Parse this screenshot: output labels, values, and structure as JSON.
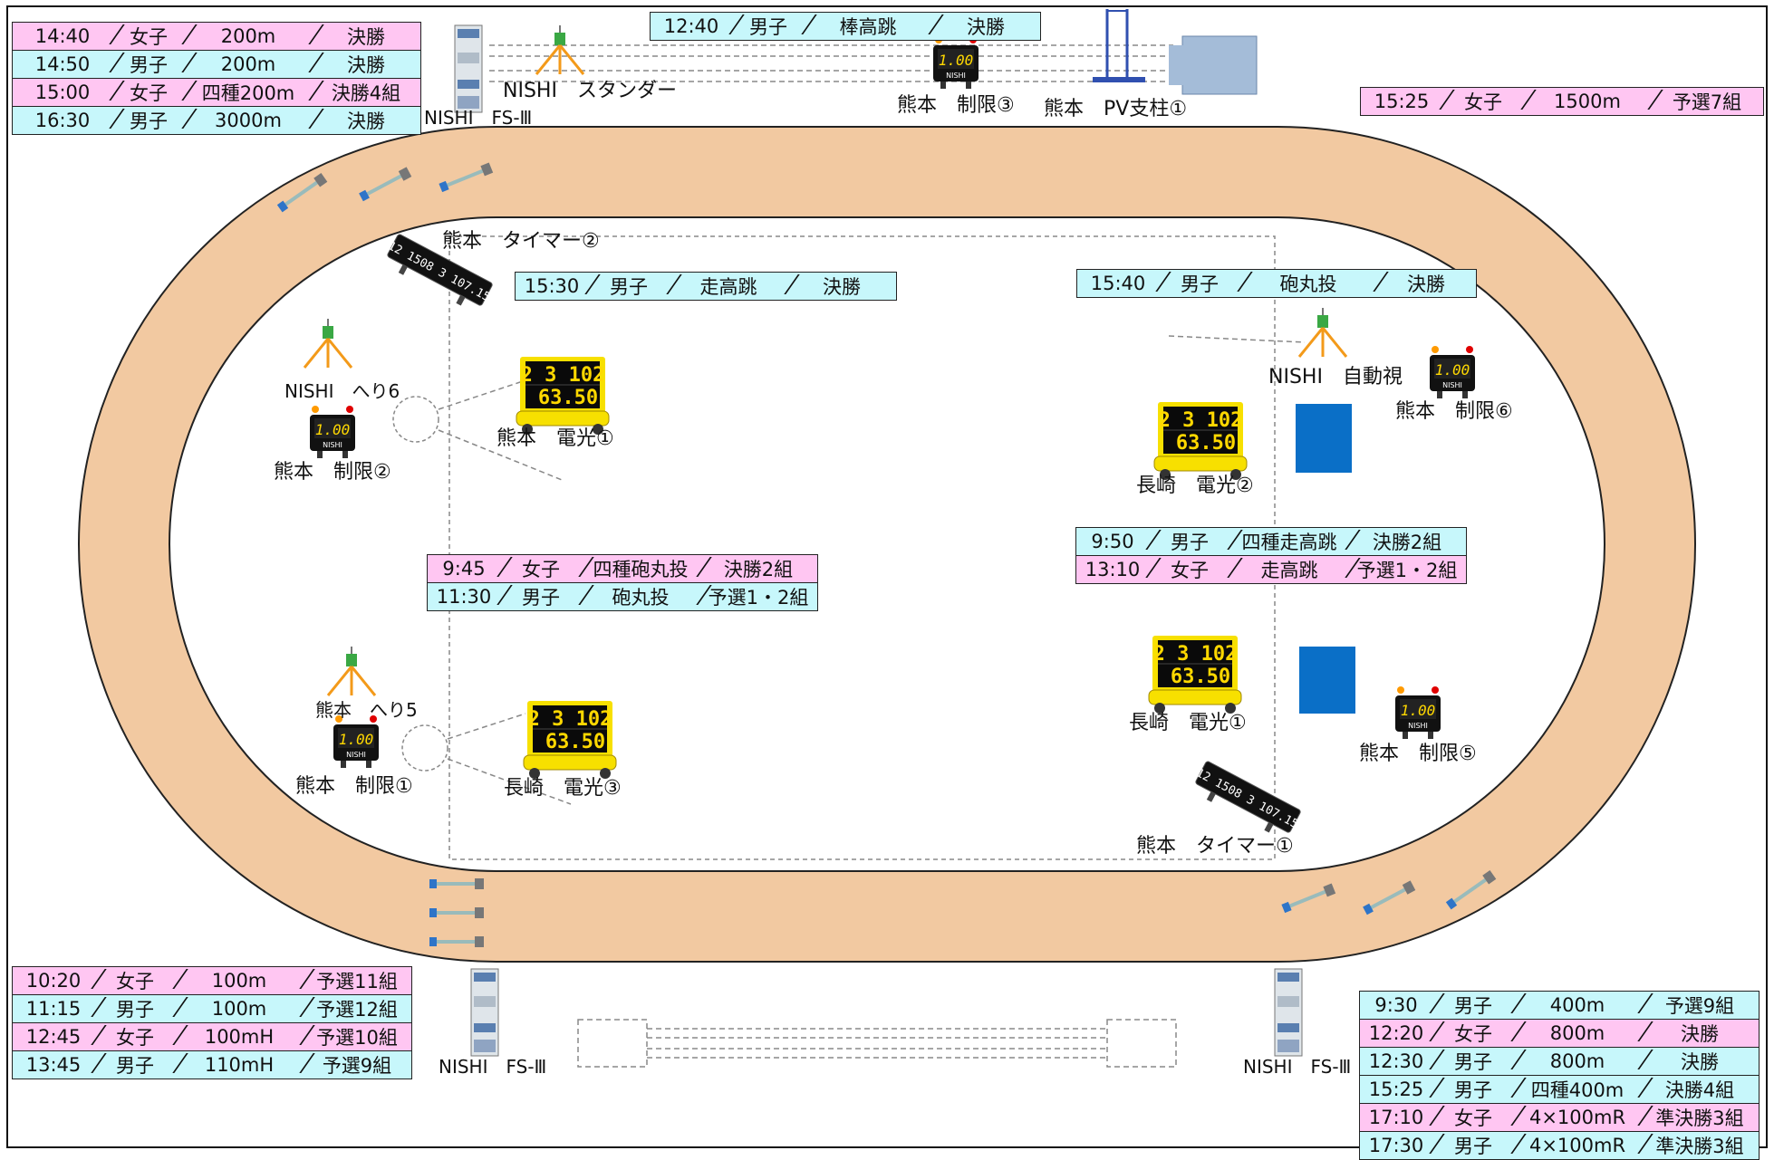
{
  "colors": {
    "track": "#f2c9a1",
    "track_border": "#222222",
    "pink": "#ffc6f2",
    "cyan": "#c7f7fb",
    "board_bg": "#0a0a0a",
    "board_frame": "#f7e000",
    "board_digit": "#ffd800",
    "blue_mat": "#0a6fc7"
  },
  "icons": [
    "scoreboard-icon",
    "limit-display-icon",
    "theodolite-icon",
    "timer-board-icon",
    "hurdle-icon",
    "fs3-camera-tower-icon",
    "pv-standard-icon",
    "landing-mat-icon"
  ],
  "board": {
    "line1": "2 3 102",
    "line2": "63.50"
  },
  "limit_board": {
    "value": "1.00",
    "brand": "NISHI"
  },
  "timer_board": {
    "text": "12 1508 3 107.15"
  },
  "schedules": {
    "top_left": [
      {
        "time": "14:40",
        "gender": "女子",
        "event": "200m",
        "round": "決勝",
        "color": "pink"
      },
      {
        "time": "14:50",
        "gender": "男子",
        "event": "200m",
        "round": "決勝",
        "color": "cyan"
      },
      {
        "time": "15:00",
        "gender": "女子",
        "event": "四種200m",
        "round": "決勝4組",
        "color": "pink"
      },
      {
        "time": "16:30",
        "gender": "男子",
        "event": "3000m",
        "round": "決勝",
        "color": "cyan"
      }
    ],
    "top_center": [
      {
        "time": "12:40",
        "gender": "男子",
        "event": "棒高跳",
        "round": "決勝",
        "color": "cyan"
      }
    ],
    "top_right": [
      {
        "time": "15:25",
        "gender": "女子",
        "event": "1500m",
        "round": "予選7組",
        "color": "pink"
      }
    ],
    "high_jump_upper": [
      {
        "time": "15:30",
        "gender": "男子",
        "event": "走高跳",
        "round": "決勝",
        "color": "cyan"
      }
    ],
    "shot_put_right": [
      {
        "time": "15:40",
        "gender": "男子",
        "event": "砲丸投",
        "round": "決勝",
        "color": "cyan"
      }
    ],
    "shot_put_center": [
      {
        "time": "9:45",
        "gender": "女子",
        "event": "四種砲丸投",
        "round": "決勝2組",
        "color": "pink"
      },
      {
        "time": "11:30",
        "gender": "男子",
        "event": "砲丸投",
        "round": "予選1・2組",
        "color": "cyan"
      }
    ],
    "high_jump_right": [
      {
        "time": "9:50",
        "gender": "男子",
        "event": "四種走高跳",
        "round": "決勝2組",
        "color": "cyan"
      },
      {
        "time": "13:10",
        "gender": "女子",
        "event": "走高跳",
        "round": "予選1・2組",
        "color": "pink"
      }
    ],
    "bottom_left": [
      {
        "time": "10:20",
        "gender": "女子",
        "event": "100m",
        "round": "予選11組",
        "color": "pink"
      },
      {
        "time": "11:15",
        "gender": "男子",
        "event": "100m",
        "round": "予選12組",
        "color": "cyan"
      },
      {
        "time": "12:45",
        "gender": "女子",
        "event": "100mH",
        "round": "予選10組",
        "color": "pink"
      },
      {
        "time": "13:45",
        "gender": "男子",
        "event": "110mH",
        "round": "予選9組",
        "color": "cyan"
      }
    ],
    "bottom_right": [
      {
        "time": "9:30",
        "gender": "男子",
        "event": "400m",
        "round": "予選9組",
        "color": "cyan"
      },
      {
        "time": "12:20",
        "gender": "女子",
        "event": "800m",
        "round": "決勝",
        "color": "pink"
      },
      {
        "time": "12:30",
        "gender": "男子",
        "event": "800m",
        "round": "決勝",
        "color": "cyan"
      },
      {
        "time": "15:25",
        "gender": "男子",
        "event": "四種400m",
        "round": "決勝4組",
        "color": "cyan"
      },
      {
        "time": "17:10",
        "gender": "女子",
        "event": "4×100mR",
        "round": "準決勝3組",
        "color": "pink"
      },
      {
        "time": "17:30",
        "gender": "男子",
        "event": "4×100mR",
        "round": "準決勝3組",
        "color": "cyan"
      }
    ]
  },
  "labels": {
    "nishi_fs3_top": "NISHI　FS-Ⅲ",
    "nishi_stander": "NISHI　スタンダー",
    "kumamoto_limit3": "熊本　制限③",
    "kumamoto_pv1": "熊本　PV支柱①",
    "kumamoto_timer2": "熊本　タイマー②",
    "nishi_heri6": "NISHI　へり6",
    "kumamoto_limit2": "熊本　制限②",
    "kumamoto_denko1": "熊本　電光①",
    "nishi_jidoushi": "NISHI　自動視",
    "kumamoto_limit6": "熊本　制限⑥",
    "nagasaki_denko2": "長崎　電光②",
    "kumamoto_heri5": "熊本　へり5",
    "kumamoto_limit1": "熊本　制限①",
    "nagasaki_denko3": "長崎　電光③",
    "nagasaki_denko1": "長崎　電光①",
    "kumamoto_limit5": "熊本　制限⑤",
    "kumamoto_timer1": "熊本　タイマー①",
    "nishi_fs3_bottom_left": "NISHI　FS-Ⅲ",
    "nishi_fs3_bottom_right": "NISHI　FS-Ⅲ"
  }
}
